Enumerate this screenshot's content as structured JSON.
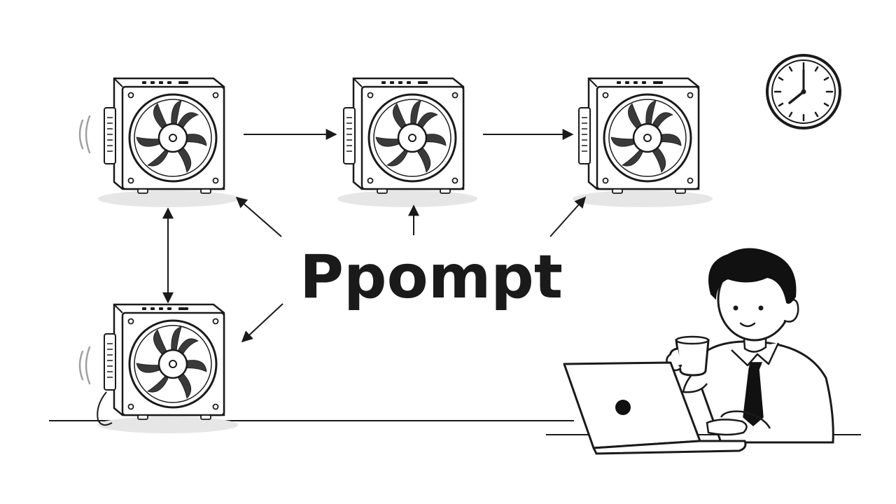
{
  "diagram": {
    "central_label": "Ppompt",
    "nodes": [
      {
        "id": "unit-top-left",
        "kind": "cooling-unit",
        "vibrating": true
      },
      {
        "id": "unit-top-center",
        "kind": "cooling-unit",
        "vibrating": false
      },
      {
        "id": "unit-top-right",
        "kind": "cooling-unit",
        "vibrating": false
      },
      {
        "id": "unit-bottom-left",
        "kind": "cooling-unit",
        "vibrating": true
      }
    ],
    "edges": [
      {
        "from": "unit-top-left",
        "to": "unit-top-center",
        "direction": "forward"
      },
      {
        "from": "unit-top-center",
        "to": "unit-top-right",
        "direction": "forward"
      },
      {
        "from": "unit-top-left",
        "to": "unit-bottom-left",
        "direction": "both"
      },
      {
        "from": "central-label",
        "to": "unit-top-left",
        "direction": "forward"
      },
      {
        "from": "central-label",
        "to": "unit-top-center",
        "direction": "forward"
      },
      {
        "from": "central-label",
        "to": "unit-top-right",
        "direction": "forward"
      },
      {
        "from": "central-label",
        "to": "unit-bottom-left",
        "direction": "forward"
      }
    ],
    "icons": [
      "fan-icon",
      "wall-clock-icon",
      "laptop-icon",
      "coffee-mug-icon",
      "office-worker-illustration"
    ],
    "colors": {
      "stroke": "#1a1a1a",
      "fan_blade": "#3a3a3a",
      "shadow": "#e6e6e6",
      "background": "#ffffff"
    }
  }
}
